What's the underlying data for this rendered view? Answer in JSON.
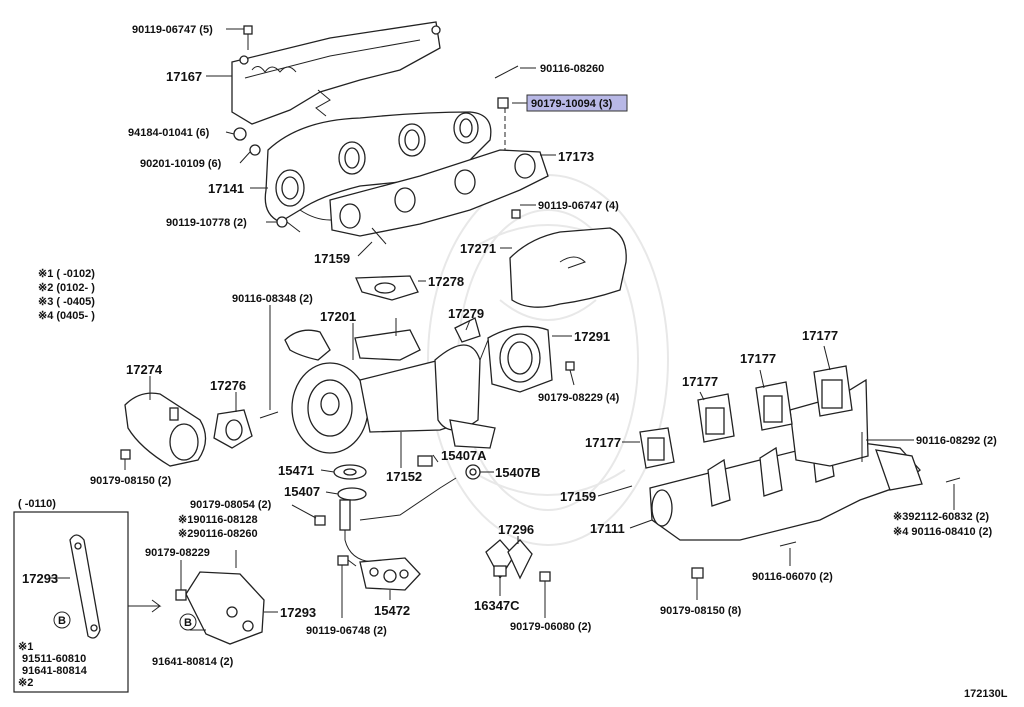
{
  "diagram_code": "172130L",
  "legend": {
    "notes": [
      "※1 (      -0102)",
      "※2 (0102-      )",
      "※3 (      -0405)",
      "※4 (0405-      )"
    ],
    "inset_range": "(      -0110)",
    "inset_note1": "※1",
    "inset_part_a": "91511-60810",
    "inset_part_b": "91641-80814",
    "inset_note2": "※2",
    "inset_marker": "B"
  },
  "highlighted_part": "90179-10094 (3)",
  "labels": {
    "l_90119_06747_5": "90119-06747 (5)",
    "l_17167": "17167",
    "l_90116_08260": "90116-08260",
    "l_90179_10094": "90179-10094 (3)",
    "l_94184_01041": "94184-01041 (6)",
    "l_90201_10109": "90201-10109 (6)",
    "l_17173": "17173",
    "l_17141": "17141",
    "l_90119_06747_4": "90119-06747 (4)",
    "l_90119_10778": "90119-10778 (2)",
    "l_17271": "17271",
    "l_17159_top": "17159",
    "l_17278": "17278",
    "l_90116_08348": "90116-08348 (2)",
    "l_17279": "17279",
    "l_17201": "17201",
    "l_17291": "17291",
    "l_17177_a": "17177",
    "l_17177_b": "17177",
    "l_17177_c": "17177",
    "l_17177_d": "17177",
    "l_17274": "17274",
    "l_17276": "17276",
    "l_90179_08229_4": "90179-08229 (4)",
    "l_90116_08292": "90116-08292 (2)",
    "l_15407A": "15407A",
    "l_15407B": "15407B",
    "l_90179_08150_2": "90179-08150 (2)",
    "l_15471": "15471",
    "l_17152": "17152",
    "l_15407": "15407",
    "l_17159_right": "17159",
    "l_17111": "17111",
    "l_90179_08054": "90179-08054 (2)",
    "l_190116_08128": "※190116-08128",
    "l_290116_08260": "※290116-08260",
    "l_17296": "17296",
    "l_392112_60832": "※392112-60832 (2)",
    "l_490116_08410": "※4 90116-08410 (2)",
    "l_90179_08229_1": "90179-08229",
    "l_17293_left": "17293",
    "l_17293_right": "17293",
    "l_16347C": "16347C",
    "l_15472": "15472",
    "l_90116_06070": "90116-06070 (2)",
    "l_90119_06748": "90119-06748 (2)",
    "l_90179_06080": "90179-06080 (2)",
    "l_90179_08150_8": "90179-08150 (8)",
    "l_91641_80814": "91641-80814 (2)",
    "l_B_marker": "B"
  }
}
